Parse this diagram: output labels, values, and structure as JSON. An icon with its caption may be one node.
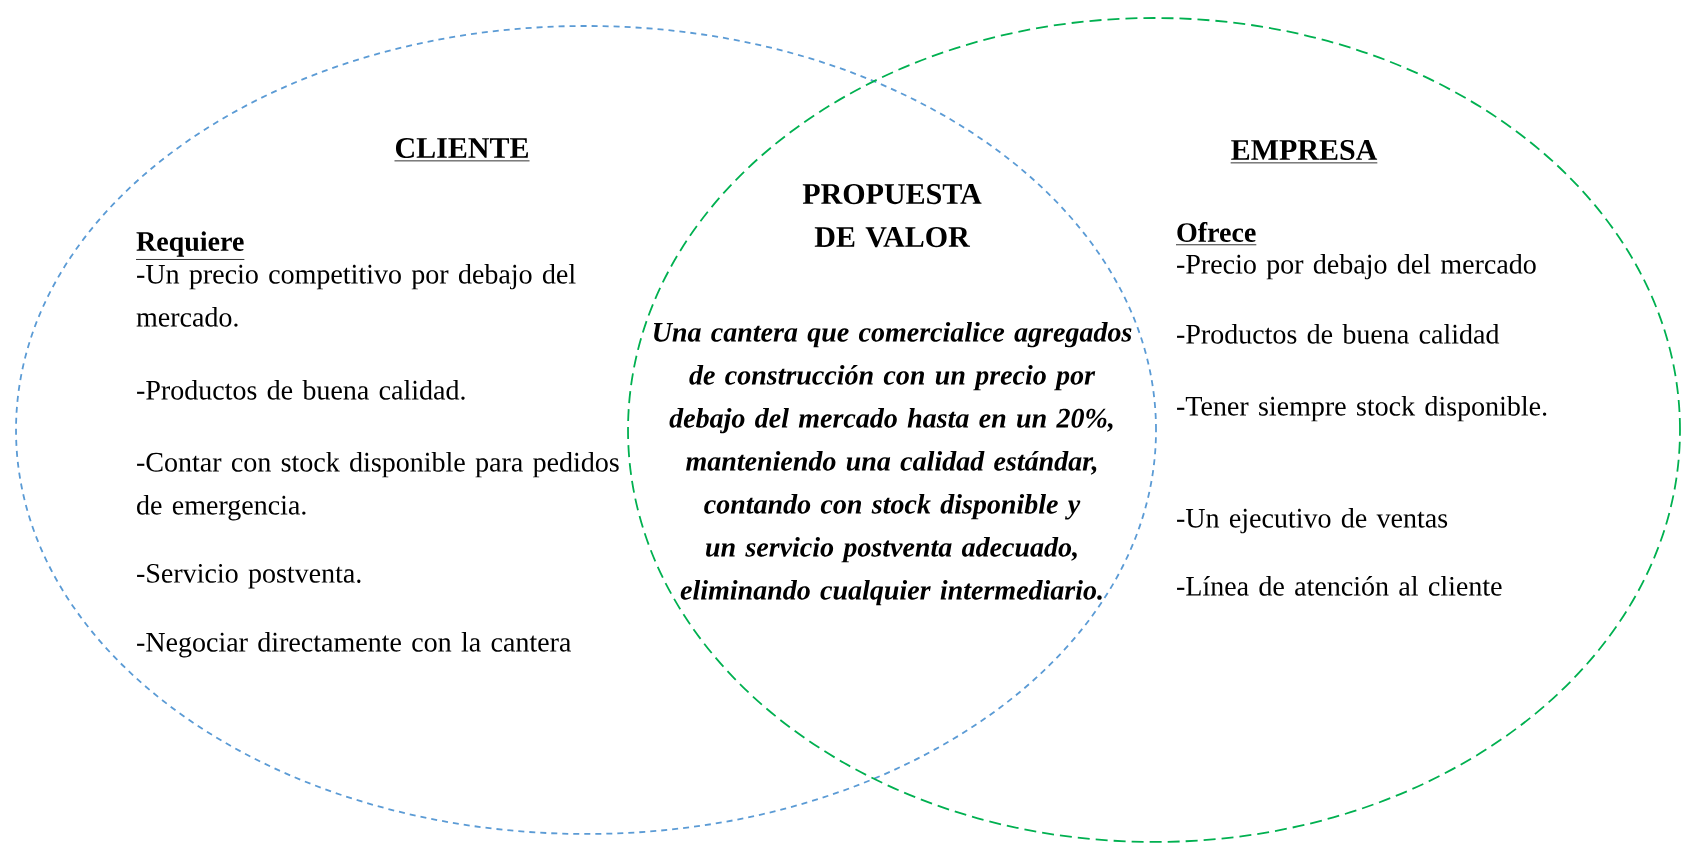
{
  "diagram": {
    "nodes": [
      {
        "text": [
          "CLIENTE",
          "Requiere",
          "-Un precio competitivo por debajo del mercado.",
          "-Productos de buena calidad.",
          "-Contar con stock disponible para pedidos de emergencia.",
          "-Servicio postventa.",
          "-Negociar directamente con la cantera"
        ]
      },
      {
        "text": [
          "EMPRESA",
          "Ofrece",
          "-Precio por debajo del mercado",
          "-Productos de buena calidad",
          "-Tener siempre stock disponible.",
          "-Un ejecutivo de ventas",
          "-Línea de atención al cliente"
        ]
      }
    ],
    "labels": [
      "PROPUESTA DE VALOR",
      "Una cantera que comercialice agregados de construcción con un precio por debajo del mercado hasta en un 20%, manteniendo una calidad estándar, contando con stock disponible y un servicio postventa adecuado, eliminando cualquier intermediario."
    ]
  }
}
